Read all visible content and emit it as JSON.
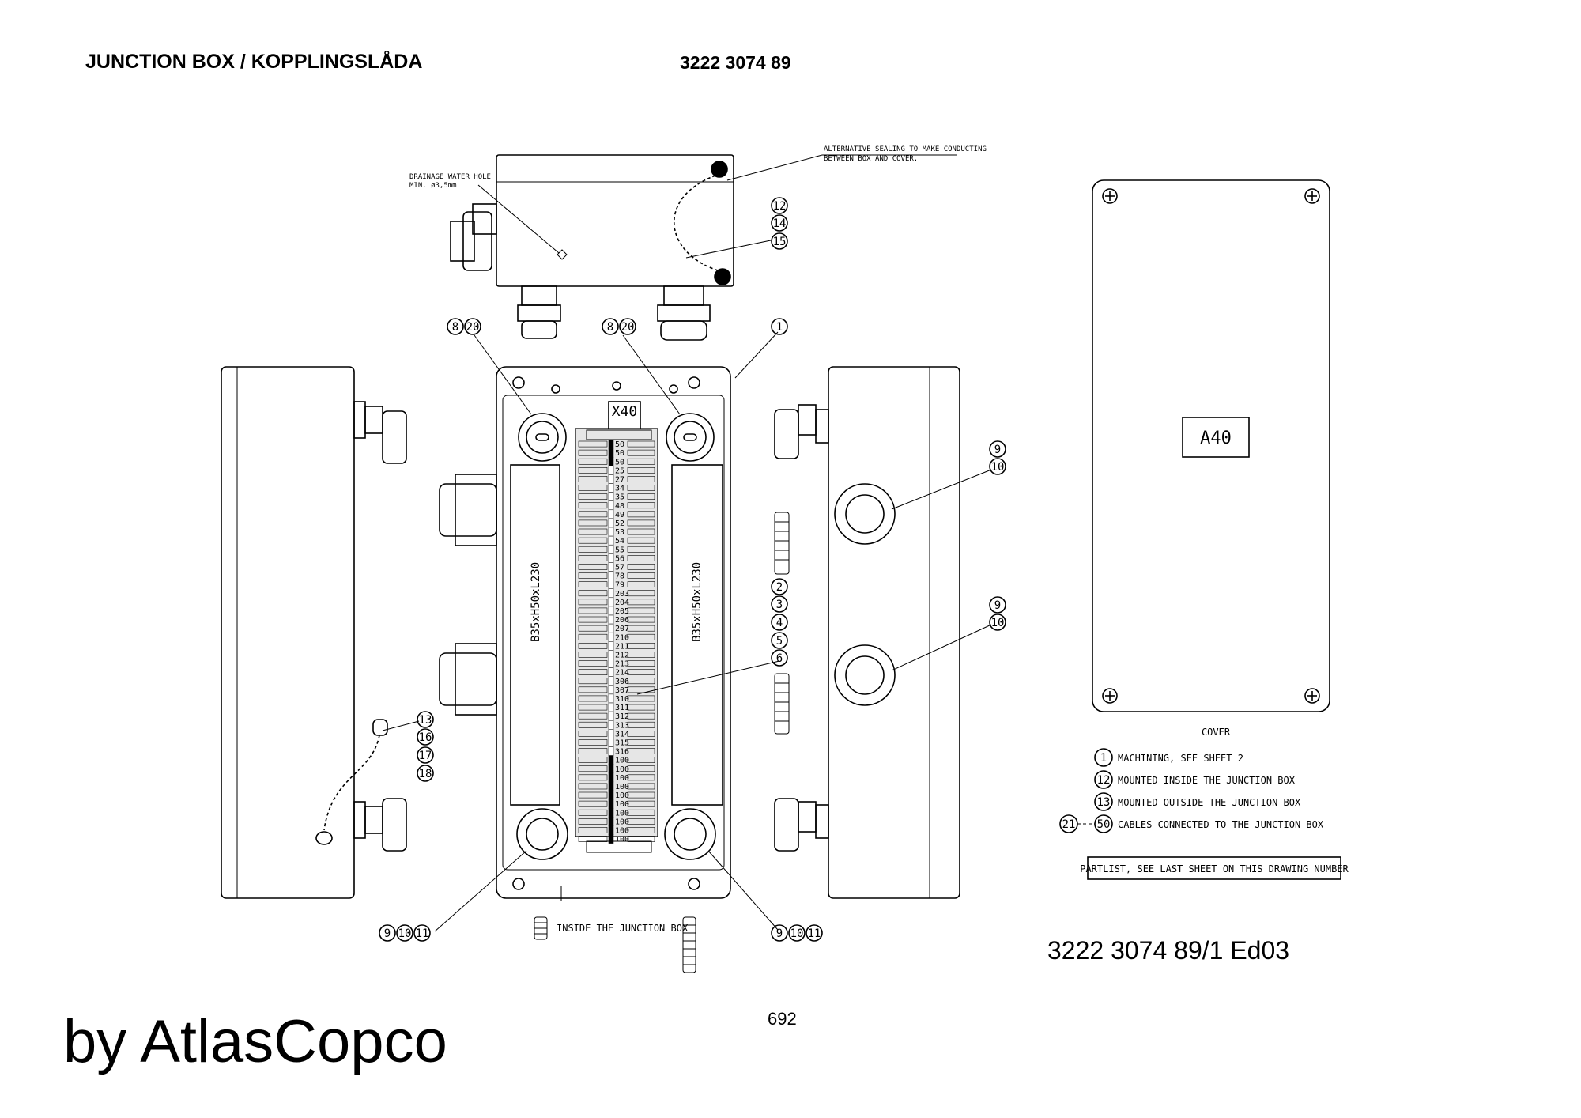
{
  "header": {
    "title": "JUNCTION BOX / KOPPLINGSLÅDA",
    "number": "3222 3074 89"
  },
  "notes": {
    "drainage_line1": "DRAINAGE WATER HOLE",
    "drainage_line2": "MIN. ø3,5mm",
    "sealing_line1": "ALTERNATIVE SEALING TO MAKE CONDUCTING",
    "sealing_line2": "BETWEEN BOX AND COVER.",
    "inside": "INSIDE THE JUNCTION BOX",
    "rail_label": "B35xH50xL230",
    "terminal_header": "X40",
    "cover_tag": "A40",
    "cover_caption": "COVER",
    "partlist": "PARTLIST, SEE LAST SHEET ON THIS DRAWING NUMBER"
  },
  "legend": [
    {
      "num": "1",
      "text": "MACHINING, SEE SHEET 2"
    },
    {
      "num": "12",
      "text": "MOUNTED INSIDE THE JUNCTION BOX"
    },
    {
      "num": "13",
      "text": "MOUNTED OUTSIDE THE JUNCTION BOX"
    },
    {
      "num_from": "21",
      "num": "50",
      "text": "CABLES CONNECTED TO THE JUNCTION BOX"
    }
  ],
  "terminals": [
    "50",
    "50",
    "50",
    "25",
    "27",
    "34",
    "35",
    "48",
    "49",
    "52",
    "53",
    "54",
    "55",
    "56",
    "57",
    "78",
    "79",
    "203",
    "204",
    "205",
    "206",
    "207",
    "210",
    "211",
    "212",
    "213",
    "214",
    "306",
    "307",
    "310",
    "311",
    "312",
    "313",
    "314",
    "315",
    "316",
    "100",
    "100",
    "100",
    "100",
    "100",
    "100",
    "100",
    "100",
    "100",
    "100"
  ],
  "balloons": {
    "top_right": [
      "12",
      "14",
      "15"
    ],
    "left_gland": [
      "8",
      "20"
    ],
    "right_gland": [
      "8",
      "20"
    ],
    "box": "1",
    "side_right_upper": [
      "9",
      "10"
    ],
    "side_right_lower": [
      "9",
      "10"
    ],
    "center": [
      "2",
      "3",
      "4",
      "5",
      "6"
    ],
    "ground": [
      "13",
      "16",
      "17",
      "18"
    ],
    "bottom_left": [
      "9",
      "10",
      "11"
    ],
    "bottom_right": [
      "9",
      "10",
      "11"
    ]
  },
  "footer": {
    "ref": "3222 3074 89/1  Ed03",
    "page": "692",
    "brand": "by AtlasCopco"
  }
}
